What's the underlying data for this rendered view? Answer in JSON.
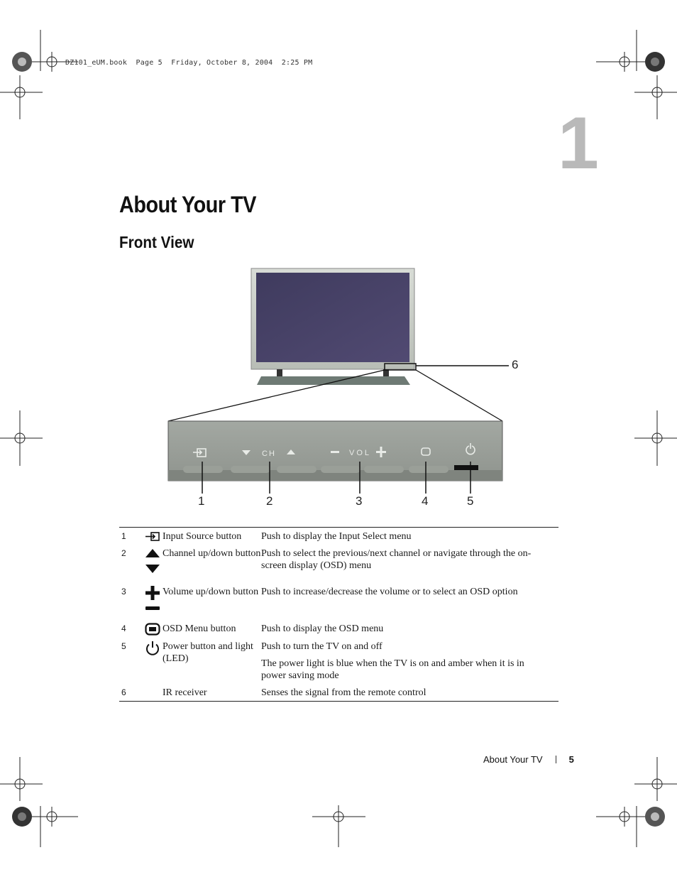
{
  "header_meta": "DZ101_eUM.book  Page 5  Friday, October 8, 2004  2:25 PM",
  "chapter_number": "1",
  "chapter_title": "About Your TV",
  "section_title": "Front View",
  "figure": {
    "callouts": [
      "1",
      "2",
      "3",
      "4",
      "5",
      "6"
    ],
    "panel_labels": {
      "ch": "CH",
      "vol": "VOL"
    }
  },
  "table": {
    "rows": [
      {
        "num": "1",
        "icon": "input-source-icon",
        "name": "Input Source button",
        "desc": [
          "Push to display the Input Select menu"
        ]
      },
      {
        "num": "2",
        "icon": "channel-arrows-icon",
        "name": "Channel up/down button",
        "desc": [
          "Push to select the previous/next channel or navigate through the on-screen display (OSD) menu"
        ]
      },
      {
        "num": "3",
        "icon": "volume-plus-minus-icon",
        "name": "Volume up/down button",
        "desc": [
          "Push to increase/decrease the volume or to select an OSD option"
        ]
      },
      {
        "num": "4",
        "icon": "osd-menu-icon",
        "name": "OSD Menu button",
        "desc": [
          "Push to display the OSD menu"
        ]
      },
      {
        "num": "5",
        "icon": "power-icon",
        "name": "Power button and light (LED)",
        "desc": [
          "Push to turn the TV on and off",
          "The power light is blue when the TV is on and amber when it is in power saving mode"
        ]
      },
      {
        "num": "6",
        "icon": "",
        "name": "IR receiver",
        "desc": [
          "Senses the signal from the remote control"
        ]
      }
    ]
  },
  "footer": {
    "section": "About Your TV",
    "page": "5"
  }
}
